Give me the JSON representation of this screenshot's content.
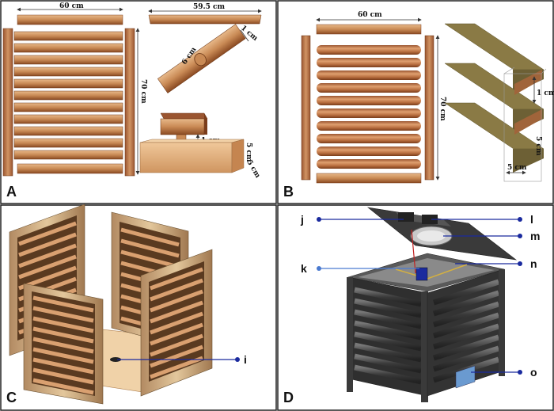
{
  "panels": {
    "a": {
      "letter": "A",
      "dims": {
        "top_width": "60 cm",
        "slat_length": "59.5 cm",
        "height": "70 cm",
        "slat_width": "1 cm",
        "slat_diag": "6 cm",
        "gap": "1 cm",
        "block_h": "5 cm",
        "block_d": "5 cm"
      }
    },
    "b": {
      "letter": "B",
      "dims": {
        "top_width": "60 cm",
        "height": "70 cm",
        "gap": "1 cm",
        "post_h": "5 cm",
        "post_w": "5 cm"
      }
    },
    "c": {
      "letter": "C",
      "callouts": {
        "i": "i"
      }
    },
    "d": {
      "letter": "D",
      "callouts": {
        "j": "j",
        "k": "k",
        "l": "l",
        "m": "m",
        "n": "n",
        "o": "o"
      }
    }
  },
  "colors": {
    "wood_light": "#e8b98a",
    "wood_mid": "#c98a55",
    "wood_dark": "#8a4a22",
    "khaki": "#8a7a45",
    "frame_dark": "#4a4a4a",
    "callout_blue": "#1a2a9e"
  }
}
